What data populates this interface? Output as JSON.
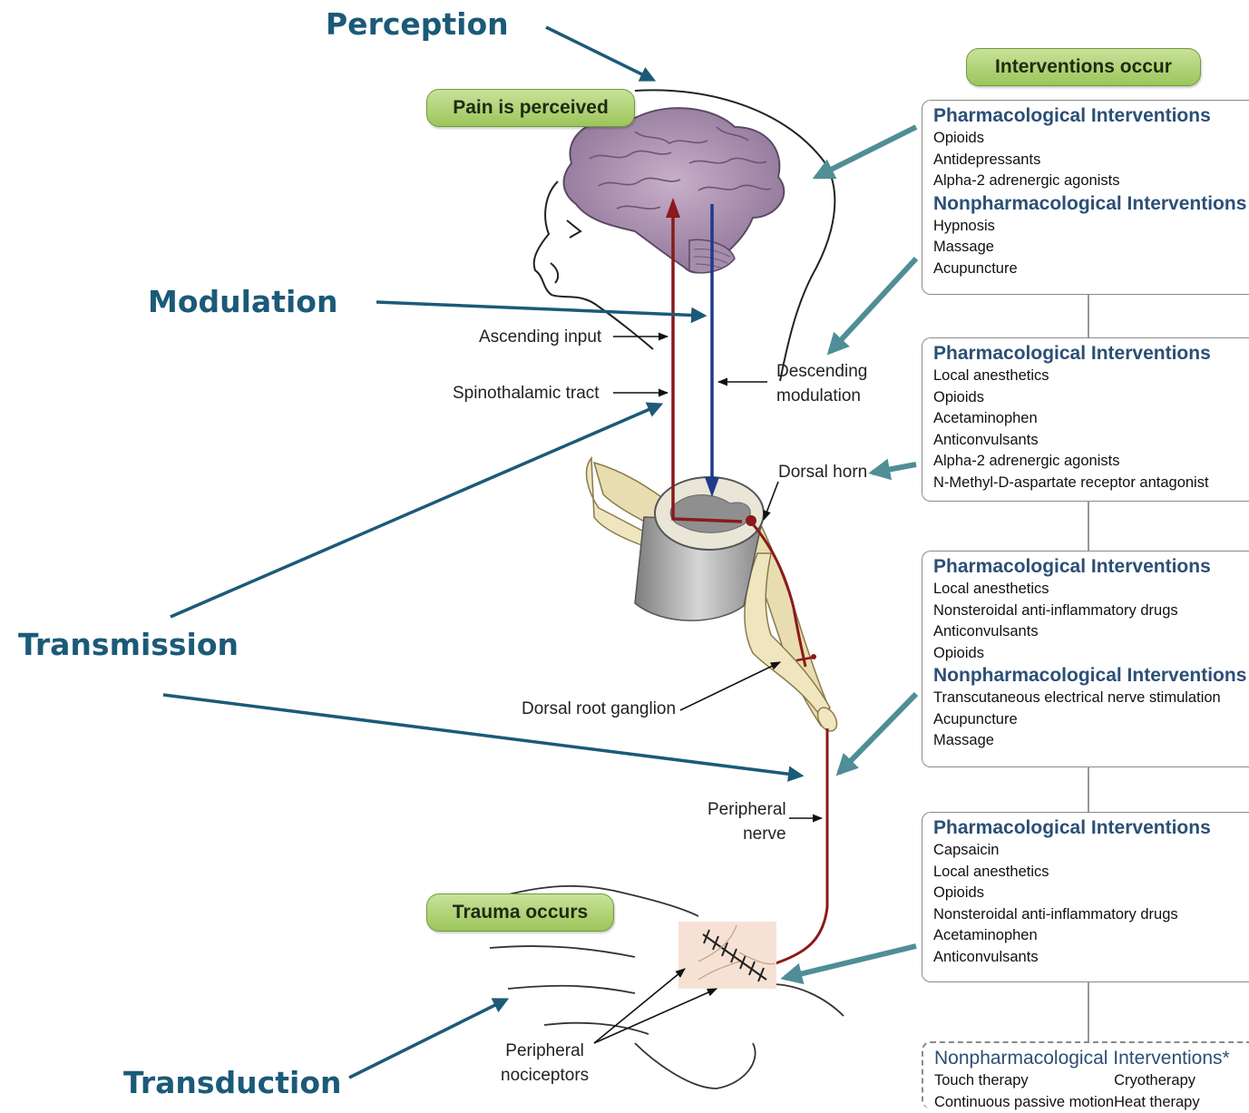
{
  "stages": {
    "perception": "Perception",
    "modulation": "Modulation",
    "transmission": "Transmission",
    "transduction": "Transduction"
  },
  "pills": {
    "pain_perceived": "Pain is perceived",
    "trauma_occurs": "Trauma occurs",
    "interventions_occur": "Interventions occur"
  },
  "labels": {
    "ascending_input": "Ascending input",
    "spinothalamic_tract": "Spinothalamic tract",
    "descending_1": "Descending",
    "descending_2": "modulation",
    "dorsal_horn": "Dorsal horn",
    "dorsal_root_ganglion": "Dorsal root ganglion",
    "peripheral_nerve_1": "Peripheral",
    "peripheral_nerve_2": "nerve",
    "peripheral_nociceptors_1": "Peripheral",
    "peripheral_nociceptors_2": "nociceptors"
  },
  "boxes": [
    {
      "sections": [
        {
          "heading": "Pharmacological Interventions",
          "items": [
            "Opioids",
            "Antidepressants",
            "Alpha-2 adrenergic agonists"
          ]
        },
        {
          "heading": "Nonpharmacological Interventions",
          "items": [
            "Hypnosis",
            "Massage",
            "Acupuncture"
          ]
        }
      ]
    },
    {
      "sections": [
        {
          "heading": "Pharmacological Interventions",
          "items": [
            "Local anesthetics",
            "Opioids",
            "Acetaminophen",
            "Anticonvulsants",
            "Alpha-2 adrenergic agonists",
            "N-Methyl-D-aspartate receptor antagonist"
          ]
        }
      ]
    },
    {
      "sections": [
        {
          "heading": "Pharmacological Interventions",
          "items": [
            "Local anesthetics",
            "Nonsteroidal anti-inflammatory drugs",
            "Anticonvulsants",
            "Opioids"
          ]
        },
        {
          "heading": "Nonpharmacological Interventions",
          "items": [
            "Transcutaneous electrical nerve stimulation",
            "Acupuncture",
            "Massage"
          ]
        }
      ]
    },
    {
      "sections": [
        {
          "heading": "Pharmacological Interventions",
          "items": [
            "Capsaicin",
            "Local anesthetics",
            "Opioids",
            "Nonsteroidal anti-inflammatory drugs",
            "Acetaminophen",
            "Anticonvulsants"
          ]
        }
      ]
    }
  ],
  "nonpharm_box": {
    "heading": "Nonpharmacological Interventions*",
    "col1": [
      "Touch therapy",
      "Continuous passive motion"
    ],
    "col2": [
      "Cryotherapy",
      "Heat therapy"
    ]
  },
  "colors": {
    "stage_text": "#1b5a78",
    "ascending_tract": "#8b1a1a",
    "descending_tract": "#1f3a8a",
    "pill_green": "#a8cc68",
    "box_heading": "#2c4f76"
  }
}
